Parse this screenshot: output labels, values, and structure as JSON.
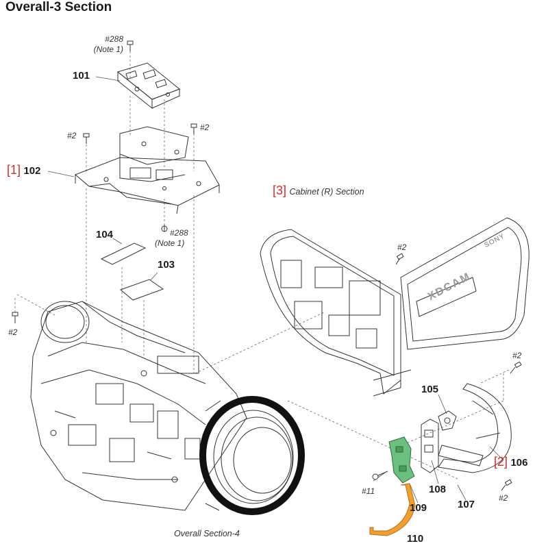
{
  "title": "Overall-3 Section",
  "parts": {
    "p101": "101",
    "p102": "102",
    "p103": "103",
    "p104": "104",
    "p105": "105",
    "p106": "106",
    "p107": "107",
    "p108": "108",
    "p109": "109",
    "p110": "110"
  },
  "screws": {
    "s288_top": "#288",
    "note1_top": "(Note 1)",
    "s288_mid": "#288",
    "note1_mid": "(Note 1)",
    "s2_top_left": "#2",
    "s2_top_right": "#2",
    "s2_left": "#2",
    "s2_cabinet": "#2",
    "s2_right_top": "#2",
    "s2_right_bottom": "#2",
    "s11": "#11"
  },
  "refs": {
    "r1": "[1]",
    "r2": "[2]",
    "r3": "[3]",
    "cabinet_section": "Cabinet (R) Section",
    "overall_section_4": "Overall Section-4"
  },
  "product_marks": {
    "brand": "SONY",
    "model": "XDCAM"
  },
  "colors": {
    "line": "#333333",
    "board_green": "#6bbf7f",
    "flex_orange": "#f0a030",
    "ref_red": "#d92a2a"
  }
}
